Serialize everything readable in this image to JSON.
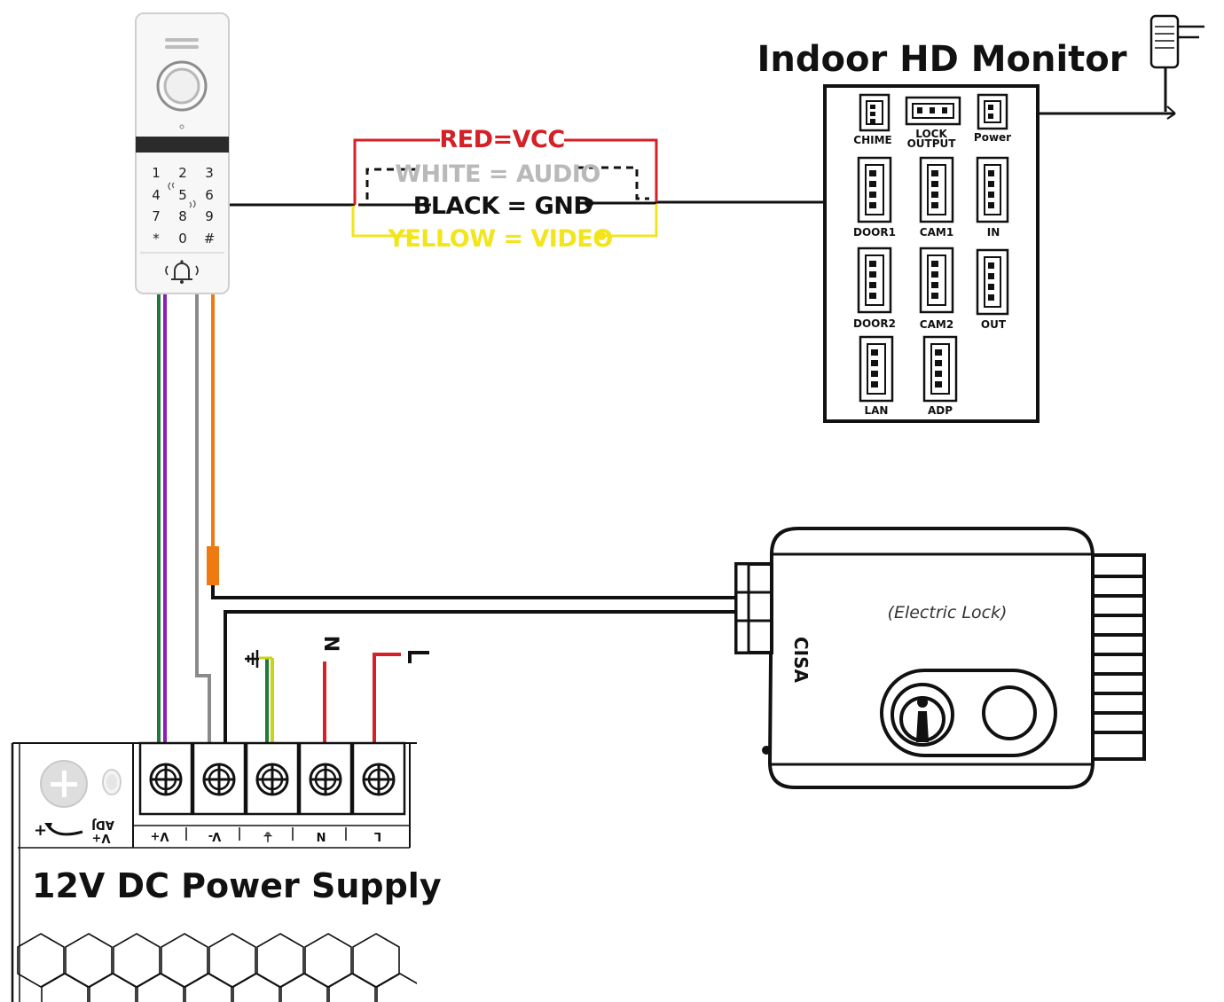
{
  "monitor": {
    "title": "Indoor HD Monitor",
    "ports": {
      "chime": "CHIME",
      "lock_output_line1": "LOCK",
      "lock_output_line2": "OUTPUT",
      "power": "Power",
      "door1": "DOOR1",
      "cam1": "CAM1",
      "in": "IN",
      "door2": "DOOR2",
      "cam2": "CAM2",
      "out": "OUT",
      "lan": "LAN",
      "adp": "ADP"
    }
  },
  "wires": {
    "red": "RED=VCC",
    "white": "WHITE = AUDIO",
    "black": "BLACK = GND",
    "yellow": "YELLOW = VIDEO",
    "colors": {
      "red": "#d42026",
      "white": "#b9b9b9",
      "black": "#111111",
      "yellow": "#f2e51b",
      "green": "#1e7a3a",
      "purple": "#8a1fb5",
      "gray": "#8a8a8a",
      "orange": "#f07a12",
      "earth": "#c8d414"
    }
  },
  "door_station": {
    "keypad": [
      [
        "1",
        "2",
        "3"
      ],
      [
        "4",
        "5",
        "6"
      ],
      [
        "7",
        "8",
        "9"
      ],
      [
        "*",
        "0",
        "#"
      ]
    ]
  },
  "lock": {
    "label": "(Electric Lock)",
    "brand": "CISA"
  },
  "power_supply": {
    "title": "12V DC Power Supply",
    "adj_label": "ADJ",
    "adj_sub": "V+",
    "terminals": [
      "V+",
      "V-",
      "⏚",
      "N",
      "L"
    ],
    "mains_labels": {
      "earth": "⏚",
      "neutral": "N",
      "line": "L"
    }
  }
}
